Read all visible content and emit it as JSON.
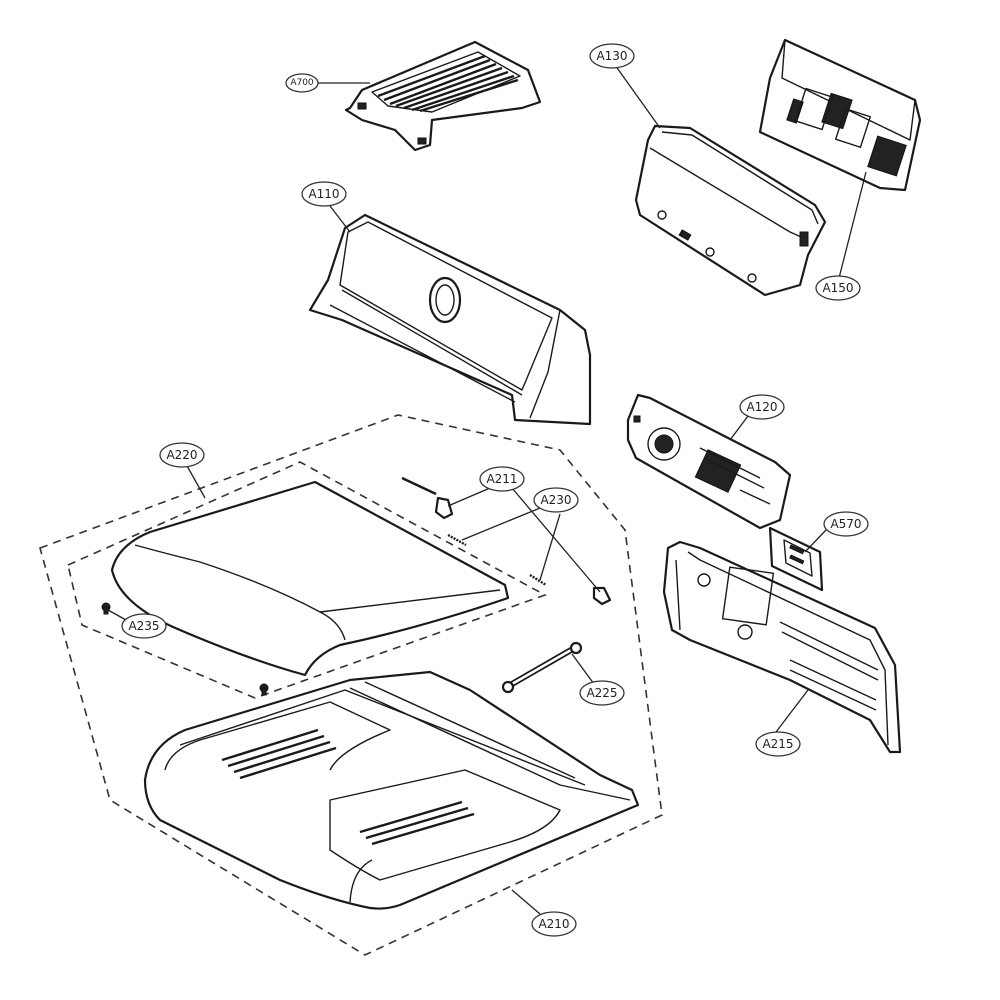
{
  "diagram": {
    "callouts": {
      "a700": "A700",
      "a130": "A130",
      "a150": "A150",
      "a110": "A110",
      "a120": "A120",
      "a570": "A570",
      "a220": "A220",
      "a211": "A211",
      "a230": "A230",
      "a235": "A235",
      "a225": "A225",
      "a215": "A215",
      "a210": "A210"
    }
  }
}
